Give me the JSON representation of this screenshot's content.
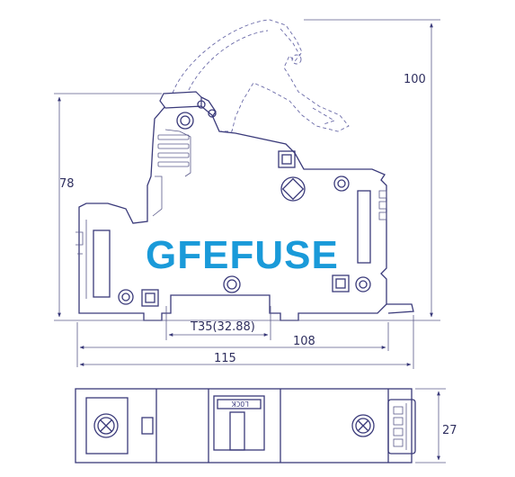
{
  "brand": {
    "text": "GFEFUSE",
    "color": "#1a9ad9"
  },
  "dimensions": {
    "height_open": "100",
    "height_closed": "78",
    "rail": "T35(32.88)",
    "width_body": "108",
    "width_total": "115",
    "depth": "27"
  },
  "top_view": {
    "lock_label": "LOCK"
  },
  "colors": {
    "line": "#3a3a7a",
    "dimension_text": "#2f2f5f"
  }
}
